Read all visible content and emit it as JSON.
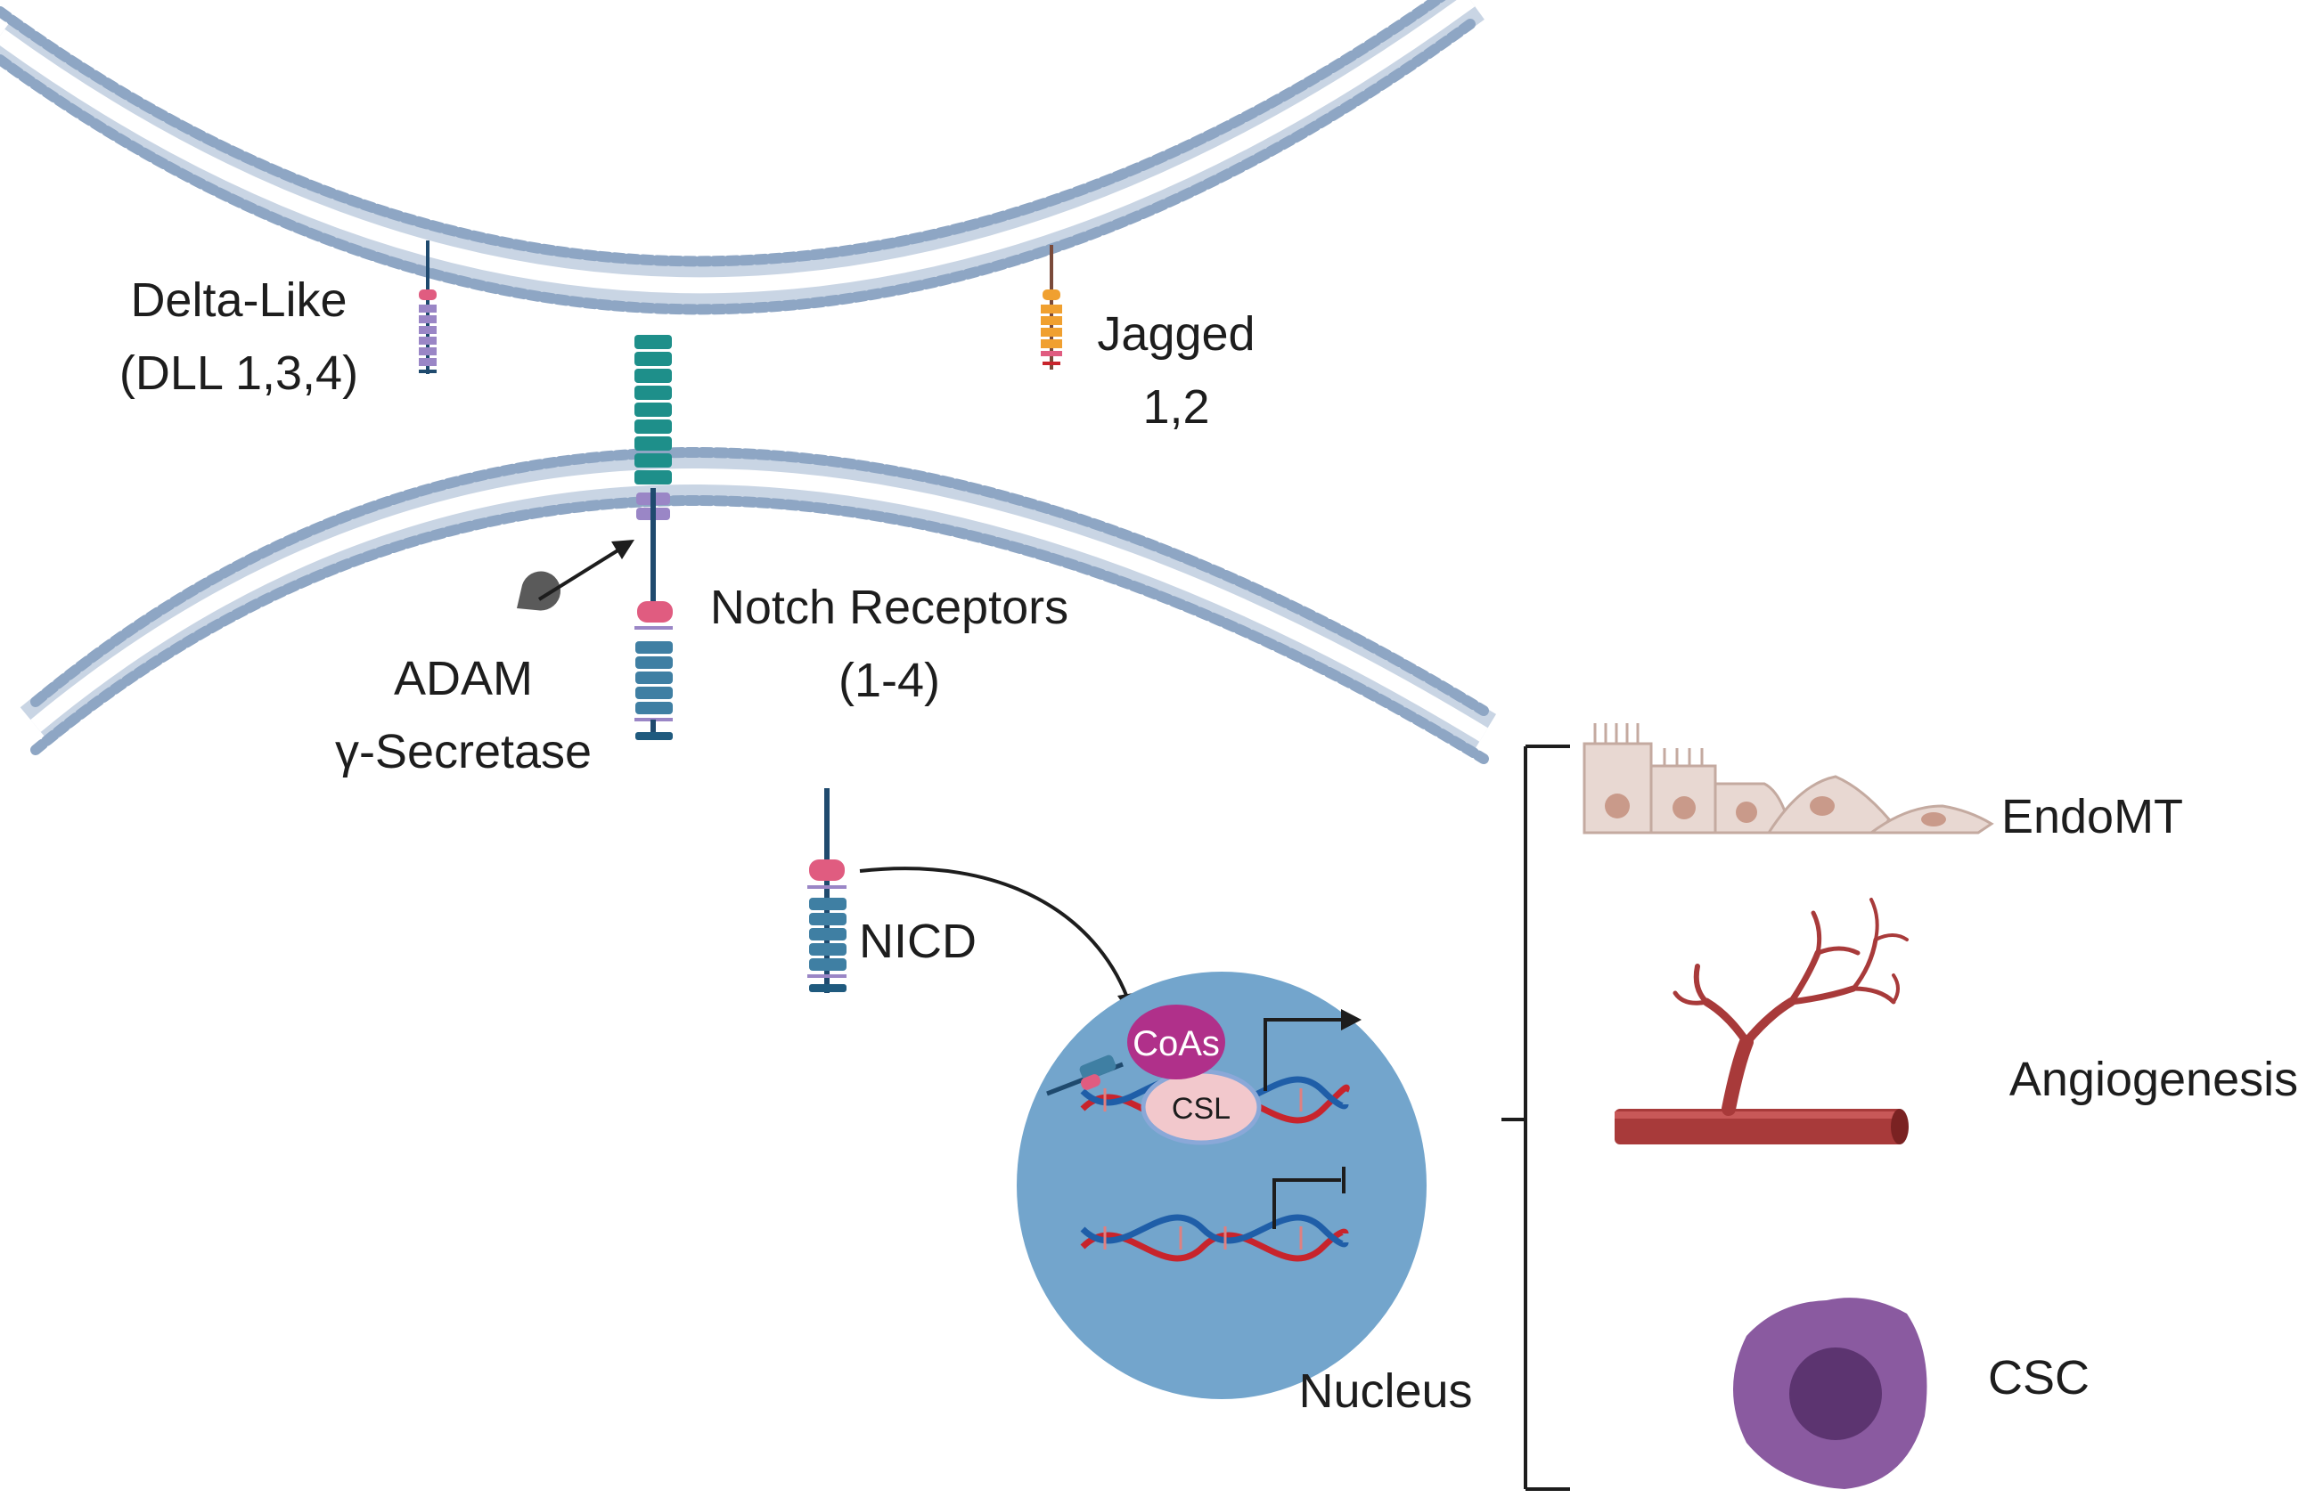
{
  "labels": {
    "delta_like_line1": "Delta-Like",
    "delta_like_line2": "(DLL 1,3,4)",
    "jagged_line1": "Jagged",
    "jagged_line2": "1,2",
    "notch_line1": "Notch Receptors",
    "notch_line2": "(1-4)",
    "adam": "ADAM",
    "secretase": "γ-Secretase",
    "nicd": "NICD",
    "coas": "CoAs",
    "csl": "CSL",
    "nucleus": "Nucleus",
    "endomt": "EndoMT",
    "angiogenesis": "Angiogenesis",
    "csc": "CSC"
  },
  "colors": {
    "membrane": "#8ea6c4",
    "membrane_tail": "#b7c6d9",
    "notch_ecd": "#1e8f8a",
    "notch_icd": "#3f7fa3",
    "stalk": "#1f4a6e",
    "pink_domain": "#e05c80",
    "purple_domain": "#9a86c6",
    "jagged": "#f0a030",
    "nucleus": "#73a5cc",
    "coas": "#b0308a",
    "csl": "#f2c8cc",
    "dna_red": "#c8242c",
    "dna_blue": "#1f5ea8",
    "endo_cell": "#e8d8d2",
    "vessel": "#a83a3a",
    "csc_outer": "#8a5aa0",
    "csc_inner": "#5c3470",
    "enzyme": "#5a5a5a"
  }
}
